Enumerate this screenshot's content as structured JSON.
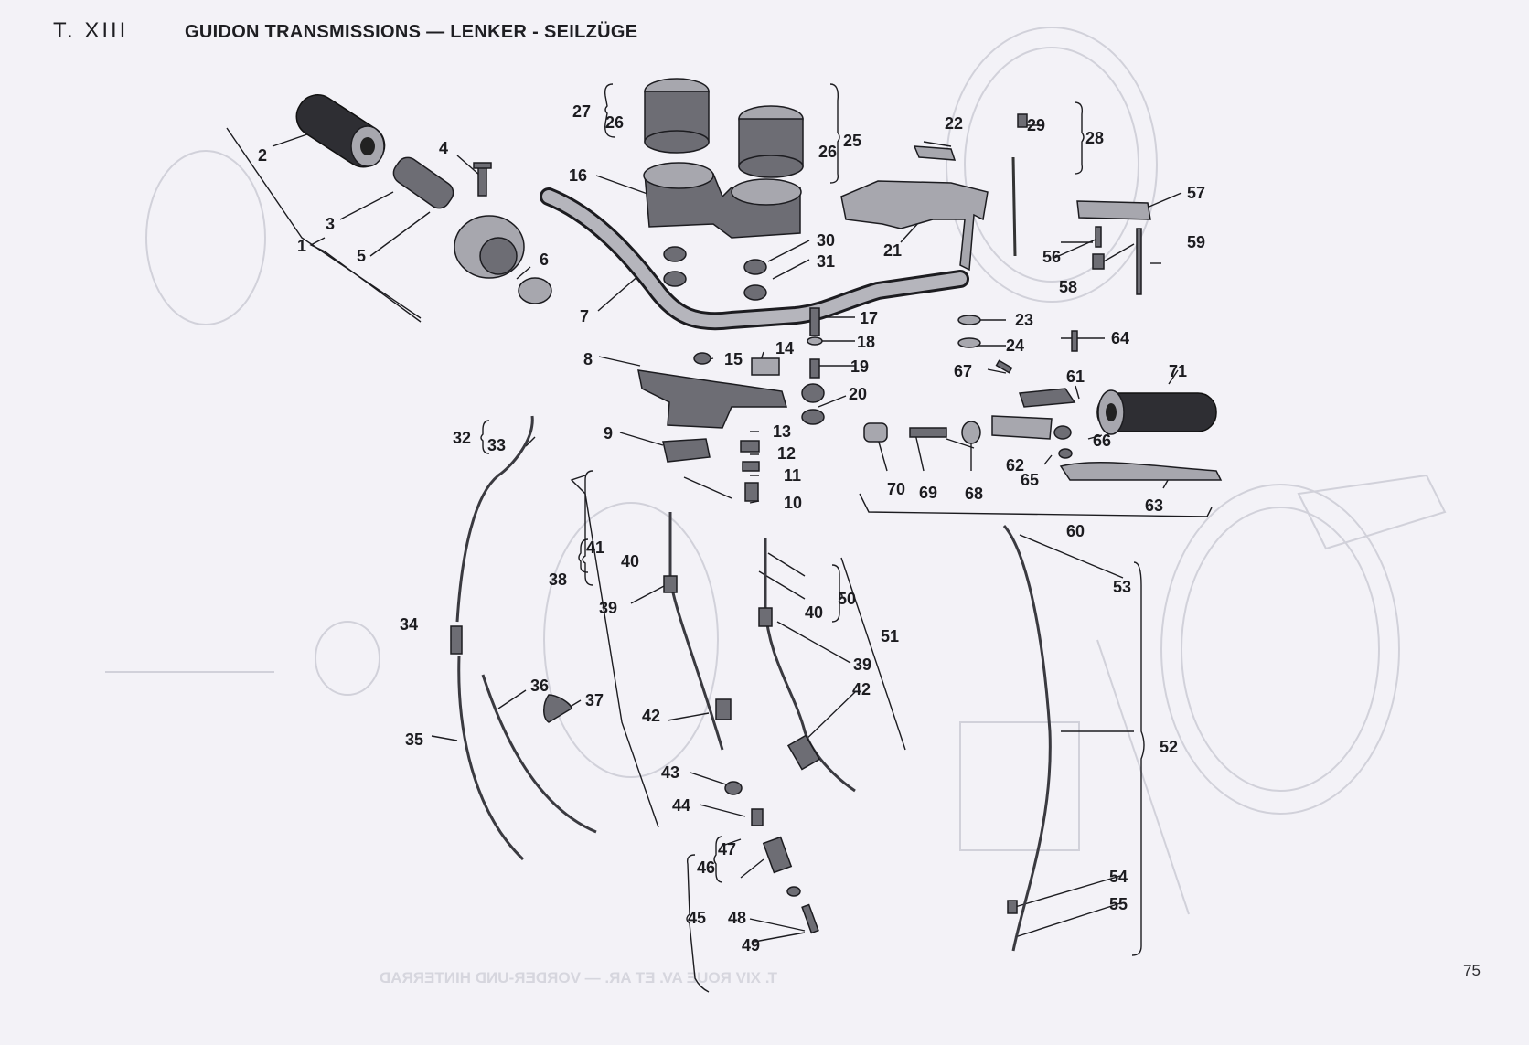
{
  "header": {
    "plate": "T. XIII",
    "title": "GUIDON TRANSMISSIONS — LENKER - SEILZÜGE"
  },
  "page_number": "75",
  "bleed_through_text": "T. XIV ROUE AV. ET AR. — VORDER-UND HINTERRAD",
  "callouts": [
    "1",
    "2",
    "3",
    "4",
    "5",
    "6",
    "7",
    "8",
    "9",
    "10",
    "11",
    "12",
    "13",
    "14",
    "15",
    "16",
    "17",
    "18",
    "19",
    "20",
    "21",
    "22",
    "23",
    "24",
    "25",
    "26",
    "26",
    "27",
    "28",
    "29",
    "30",
    "31",
    "32",
    "33",
    "34",
    "35",
    "36",
    "37",
    "38",
    "39",
    "39",
    "40",
    "40",
    "41",
    "42",
    "42",
    "43",
    "44",
    "45",
    "46",
    "47",
    "48",
    "49",
    "50",
    "51",
    "52",
    "53",
    "54",
    "55",
    "56",
    "57",
    "58",
    "59",
    "60",
    "61",
    "62",
    "63",
    "64",
    "65",
    "66",
    "67",
    "68",
    "69",
    "70",
    "71"
  ],
  "colors": {
    "background": "#f3f2f7",
    "ink": "#1c1c20",
    "ghost": "#c9c9d2"
  }
}
